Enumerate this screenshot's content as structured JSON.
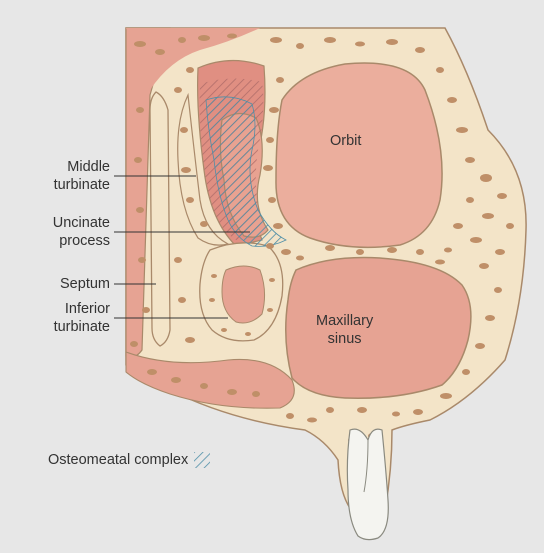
{
  "labels": {
    "middle_turbinate": "Middle\nturbinate",
    "uncinate_process": "Uncinate\nprocess",
    "septum": "Septum",
    "inferior_turbinate": "Inferior\nturbinate",
    "orbit": "Orbit",
    "maxillary_sinus": "Maxillary\nsinus"
  },
  "legend": {
    "label": "Osteomeatal complex"
  },
  "colors": {
    "background": "#e7e7e7",
    "bone": "#f3e4c8",
    "bone_outline": "#a9896a",
    "trabeculae": "#bf8f68",
    "soft_tissue": "#e8a291",
    "cavity": "#e6a393",
    "hatch": "#4f8fa8",
    "tooth": "#f4f4f0"
  }
}
